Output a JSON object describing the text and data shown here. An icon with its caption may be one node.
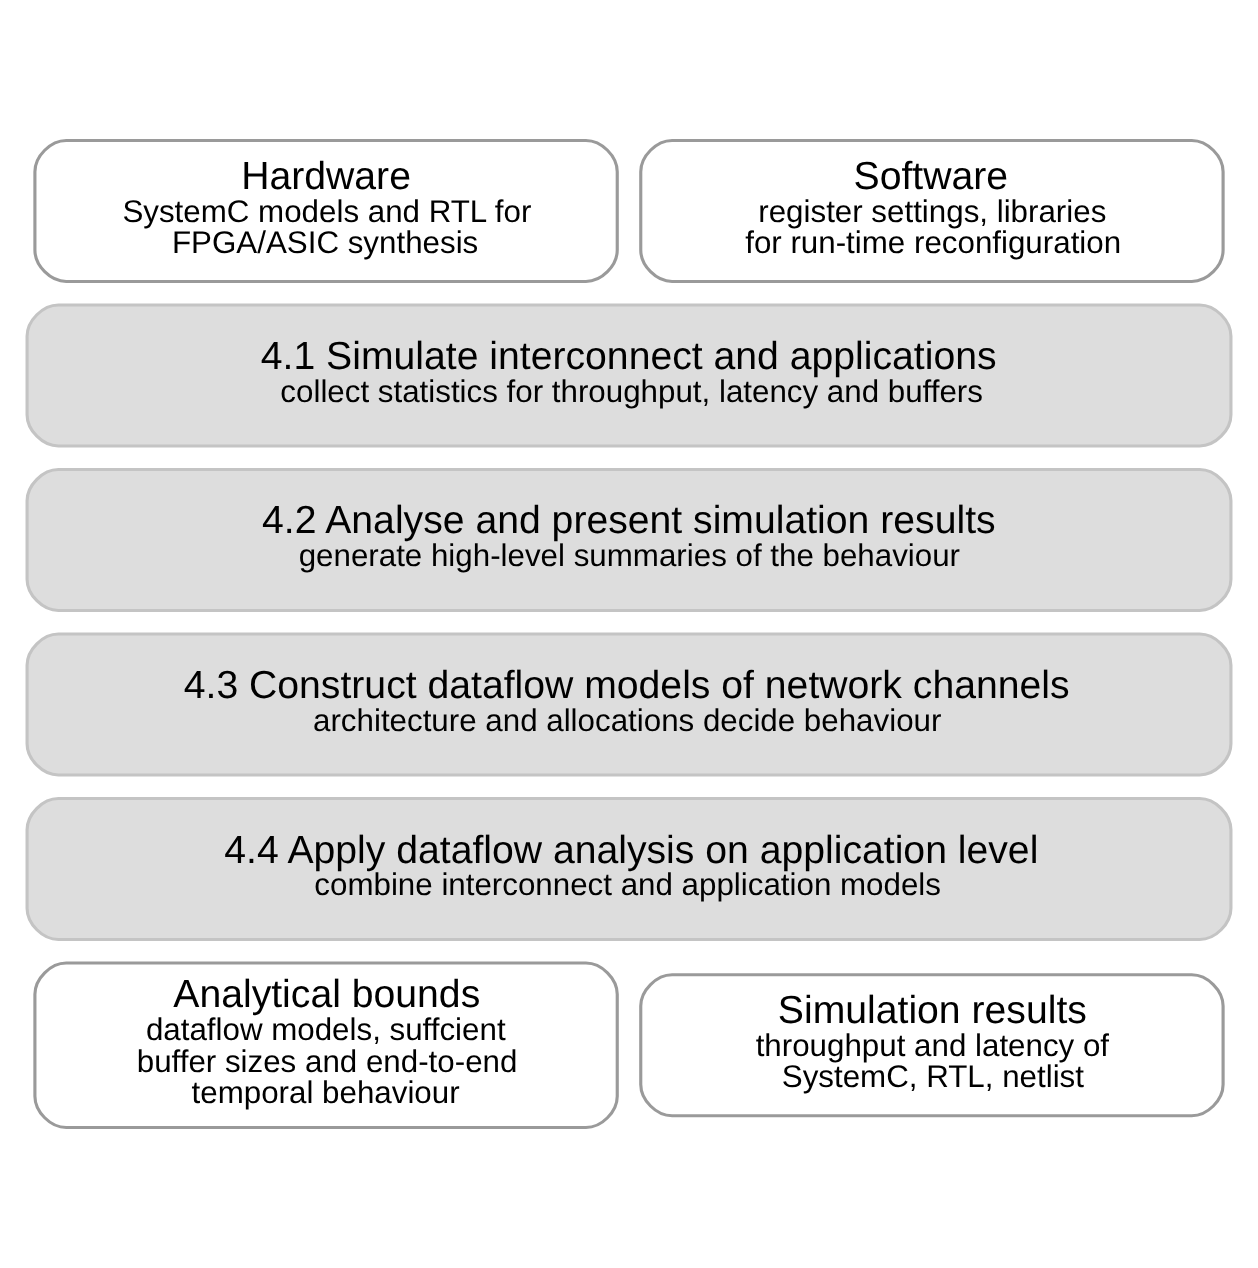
{
  "diagram": {
    "nodes": [
      {
        "text": [
          "Hardware",
          "SystemC models and RTL for FPGA/ASIC synthesis"
        ]
      },
      {
        "text": [
          "Software",
          "register settings, libraries for run-time reconfiguration"
        ]
      },
      {
        "text": [
          "4.1 Simulate interconnect and applications",
          "collect statistics for throughput, latency and buffers"
        ]
      },
      {
        "text": [
          "4.2 Analyse and present simulation results",
          "generate high-level summaries of the behaviour"
        ]
      },
      {
        "text": [
          "4.3 Construct dataflow models of network channels",
          "architecture and allocations decide behaviour"
        ]
      },
      {
        "text": [
          "4.4 Apply dataflow analysis on application level",
          "combine interconnect and application models"
        ]
      },
      {
        "text": [
          "Analytical bounds",
          "dataflow models, suffcient buffer sizes and end-to-end temporal behaviour"
        ]
      },
      {
        "text": [
          "Simulation results",
          "throughput and latency of SystemC, RTL, netlist"
        ]
      }
    ],
    "edges": []
  }
}
